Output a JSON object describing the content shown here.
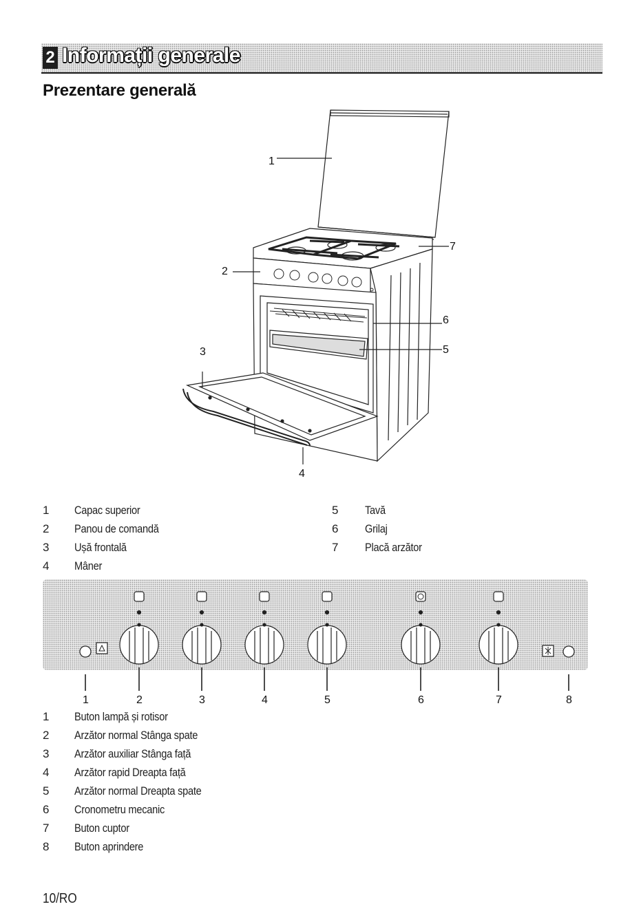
{
  "header": {
    "chapter_number": "2",
    "title": "Informații generale"
  },
  "section_title": "Prezentare generală",
  "diagram_labels": [
    "1",
    "2",
    "3",
    "4",
    "5",
    "6",
    "7"
  ],
  "legend_top_left": [
    {
      "num": "1",
      "text": "Capac superior"
    },
    {
      "num": "2",
      "text": "Panou de comandă"
    },
    {
      "num": "3",
      "text": "Ușă frontală"
    },
    {
      "num": "4",
      "text": "Mâner"
    }
  ],
  "legend_top_right": [
    {
      "num": "5",
      "text": "Tavă"
    },
    {
      "num": "6",
      "text": "Grilaj"
    },
    {
      "num": "7",
      "text": "Placă arzător"
    }
  ],
  "panel_numbers": [
    "1",
    "2",
    "3",
    "4",
    "5",
    "6",
    "7",
    "8"
  ],
  "legend_bottom": [
    {
      "num": "1",
      "text": "Buton lampă și rotisor"
    },
    {
      "num": "2",
      "text": "Arzător normal Stânga spate"
    },
    {
      "num": "3",
      "text": "Arzător auxiliar Stânga față"
    },
    {
      "num": "4",
      "text": "Arzător rapid Dreapta față"
    },
    {
      "num": "5",
      "text": "Arzător normal Dreapta spate"
    },
    {
      "num": "6",
      "text": "Cronometru mecanic"
    },
    {
      "num": "7",
      "text": "Buton cuptor"
    },
    {
      "num": "8",
      "text": "Buton aprindere"
    }
  ],
  "page_number": "10/RO"
}
